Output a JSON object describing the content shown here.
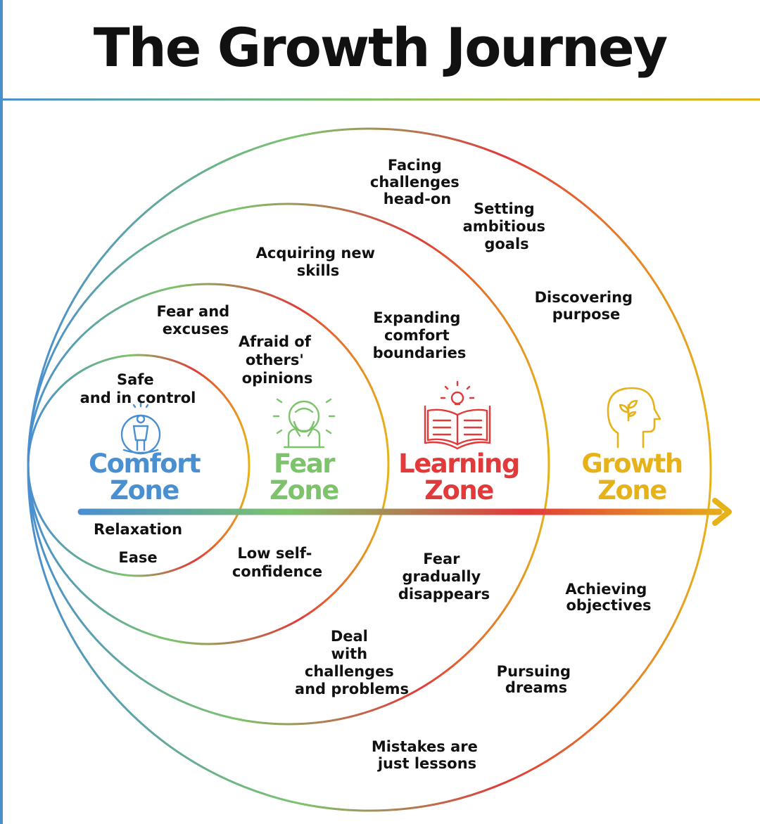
{
  "title": "The Growth Journey",
  "colors": {
    "comfort": "#4a8fd0",
    "fear": "#7cc36b",
    "learning": "#e23a3a",
    "growth": "#e6b21a"
  },
  "icons": {
    "comfort": "person-in-bubble-icon",
    "fear": "hiding-face-icon",
    "learning": "open-book-lightbulb-icon",
    "growth": "head-with-sprout-icon"
  },
  "zones": {
    "comfort": {
      "line1": "Comfort",
      "line2": "Zone"
    },
    "fear": {
      "line1": "Fear",
      "line2": "Zone"
    },
    "learning": {
      "line1": "Learning",
      "line2": "Zone"
    },
    "growth": {
      "line1": "Growth",
      "line2": "Zone"
    }
  },
  "labels": {
    "facing_challenges": [
      "Facing",
      "challenges",
      "head-on"
    ],
    "setting_goals": [
      "Setting",
      "ambitious",
      "goals"
    ],
    "acquiring_skills": [
      "Acquiring new",
      "skills"
    ],
    "discovering_purpose": [
      "Discovering",
      "purpose"
    ],
    "fear_excuses": [
      "Fear and",
      "excuses"
    ],
    "expanding_boundaries": [
      "Expanding",
      "comfort",
      "boundaries"
    ],
    "afraid_opinions": [
      "Afraid of",
      "others'",
      "opinions"
    ],
    "safe_control": [
      "Safe",
      "and in control"
    ],
    "relaxation": [
      "Relaxation"
    ],
    "ease": [
      "Ease"
    ],
    "low_confidence": [
      "Low self-",
      "confidence"
    ],
    "fear_disappears": [
      "Fear",
      "gradually",
      "disappears"
    ],
    "achieving_objectives": [
      "Achieving",
      "objectives"
    ],
    "deal_challenges": [
      "Deal",
      "with",
      "challenges",
      "and problems"
    ],
    "pursuing_dreams": [
      "Pursuing",
      "dreams"
    ],
    "mistakes_lessons": [
      "Mistakes are",
      "just lessons"
    ]
  }
}
